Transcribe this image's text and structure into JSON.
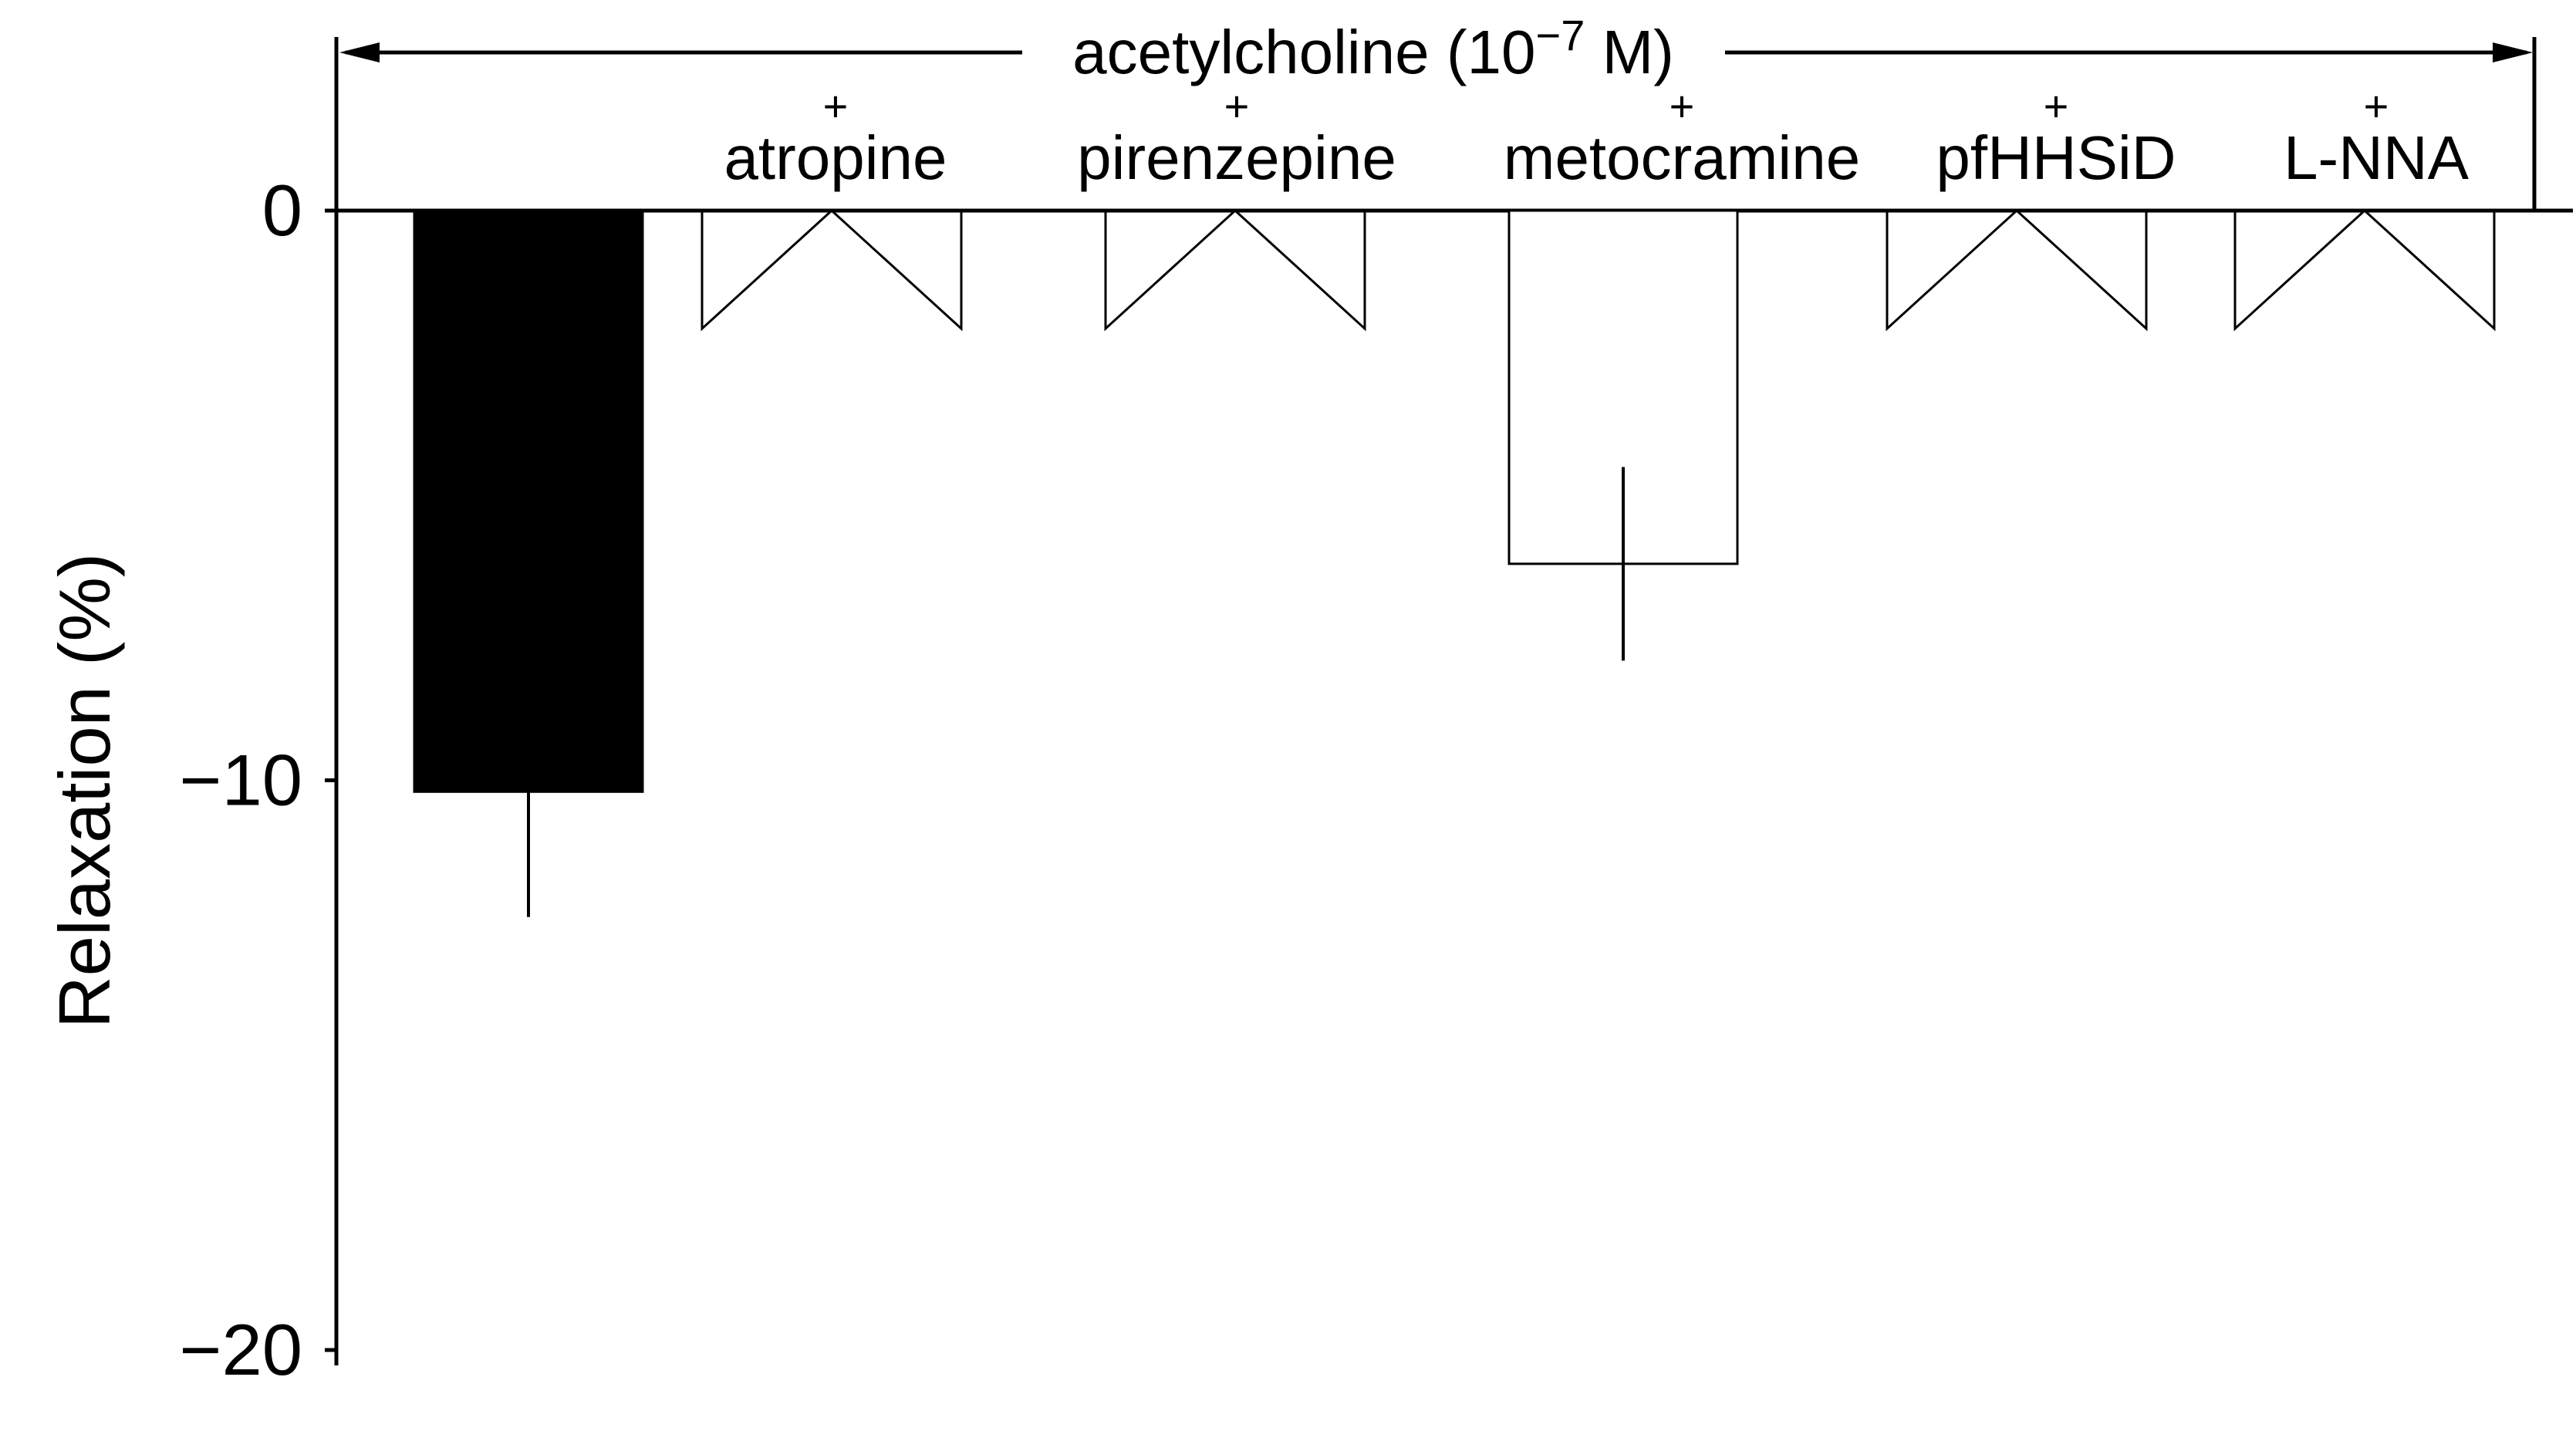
{
  "chart_data": {
    "type": "bar",
    "bracket_label": {
      "text": "acetylcholine  (10",
      "superscript": "−7",
      "suffix": " M)"
    },
    "categories": [
      {
        "prefix": "",
        "name": ""
      },
      {
        "prefix": "+",
        "name": "atropine"
      },
      {
        "prefix": "+",
        "name": "pirenzepine"
      },
      {
        "prefix": "+",
        "name": "metocramine"
      },
      {
        "prefix": "+",
        "name": "pfHHSiD"
      },
      {
        "prefix": "+",
        "name": "L-NNA"
      }
    ],
    "values": [
      -10.2,
      null,
      null,
      -6.2,
      null,
      null
    ],
    "errors": [
      2.2,
      null,
      null,
      1.7,
      null,
      null
    ],
    "value_markers": [
      null,
      "0",
      "0",
      null,
      "0",
      "0"
    ],
    "fill": [
      "filled",
      "open",
      "open",
      "open",
      "open",
      "open"
    ],
    "ylabel": "Relaxation (%)",
    "yticks": [
      0,
      -10,
      -20
    ],
    "ytick_labels": [
      "0",
      "−10",
      "−20"
    ],
    "ylim": [
      -20,
      0
    ],
    "grid": false,
    "colors": {
      "filled_bar": "#000000",
      "open_bar": "#ffffff",
      "axis": "#000000"
    }
  }
}
